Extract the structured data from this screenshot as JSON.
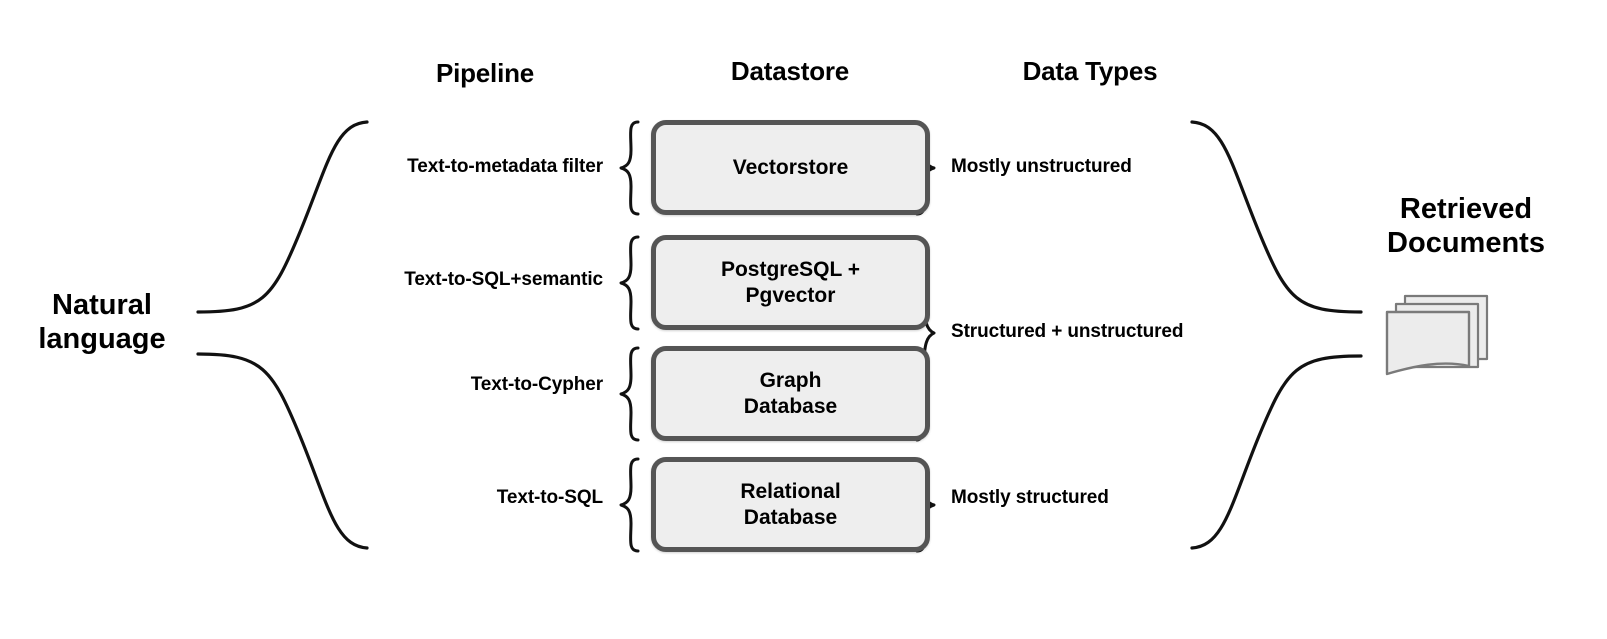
{
  "diagram": {
    "title": "Natural language to datastore retrieval pipeline",
    "background_color": "#ffffff",
    "line_color": "#111111",
    "box_border_color": "#555555",
    "box_fill_color": "#eeeeee",
    "document_fill_color": "#ececec"
  },
  "headers": {
    "pipeline": "Pipeline",
    "datastore": "Datastore",
    "data_types": "Data Types"
  },
  "input": {
    "label": "Natural\nlanguage"
  },
  "output": {
    "label": "Retrieved\nDocuments",
    "icon": "documents-stack-icon",
    "page_count": 3
  },
  "rows": [
    {
      "pipeline": "Text-to-metadata filter",
      "datastore": "Vectorstore",
      "data_type": "Mostly unstructured"
    },
    {
      "pipeline": "Text-to-SQL+semantic",
      "datastore": "PostgreSQL +\nPgvector",
      "data_type": "Structured + unstructured"
    },
    {
      "pipeline": "Text-to-Cypher",
      "datastore": "Graph\nDatabase",
      "data_type": ""
    },
    {
      "pipeline": "Text-to-SQL",
      "datastore": "Relational\nDatabase",
      "data_type": "Mostly structured"
    }
  ]
}
